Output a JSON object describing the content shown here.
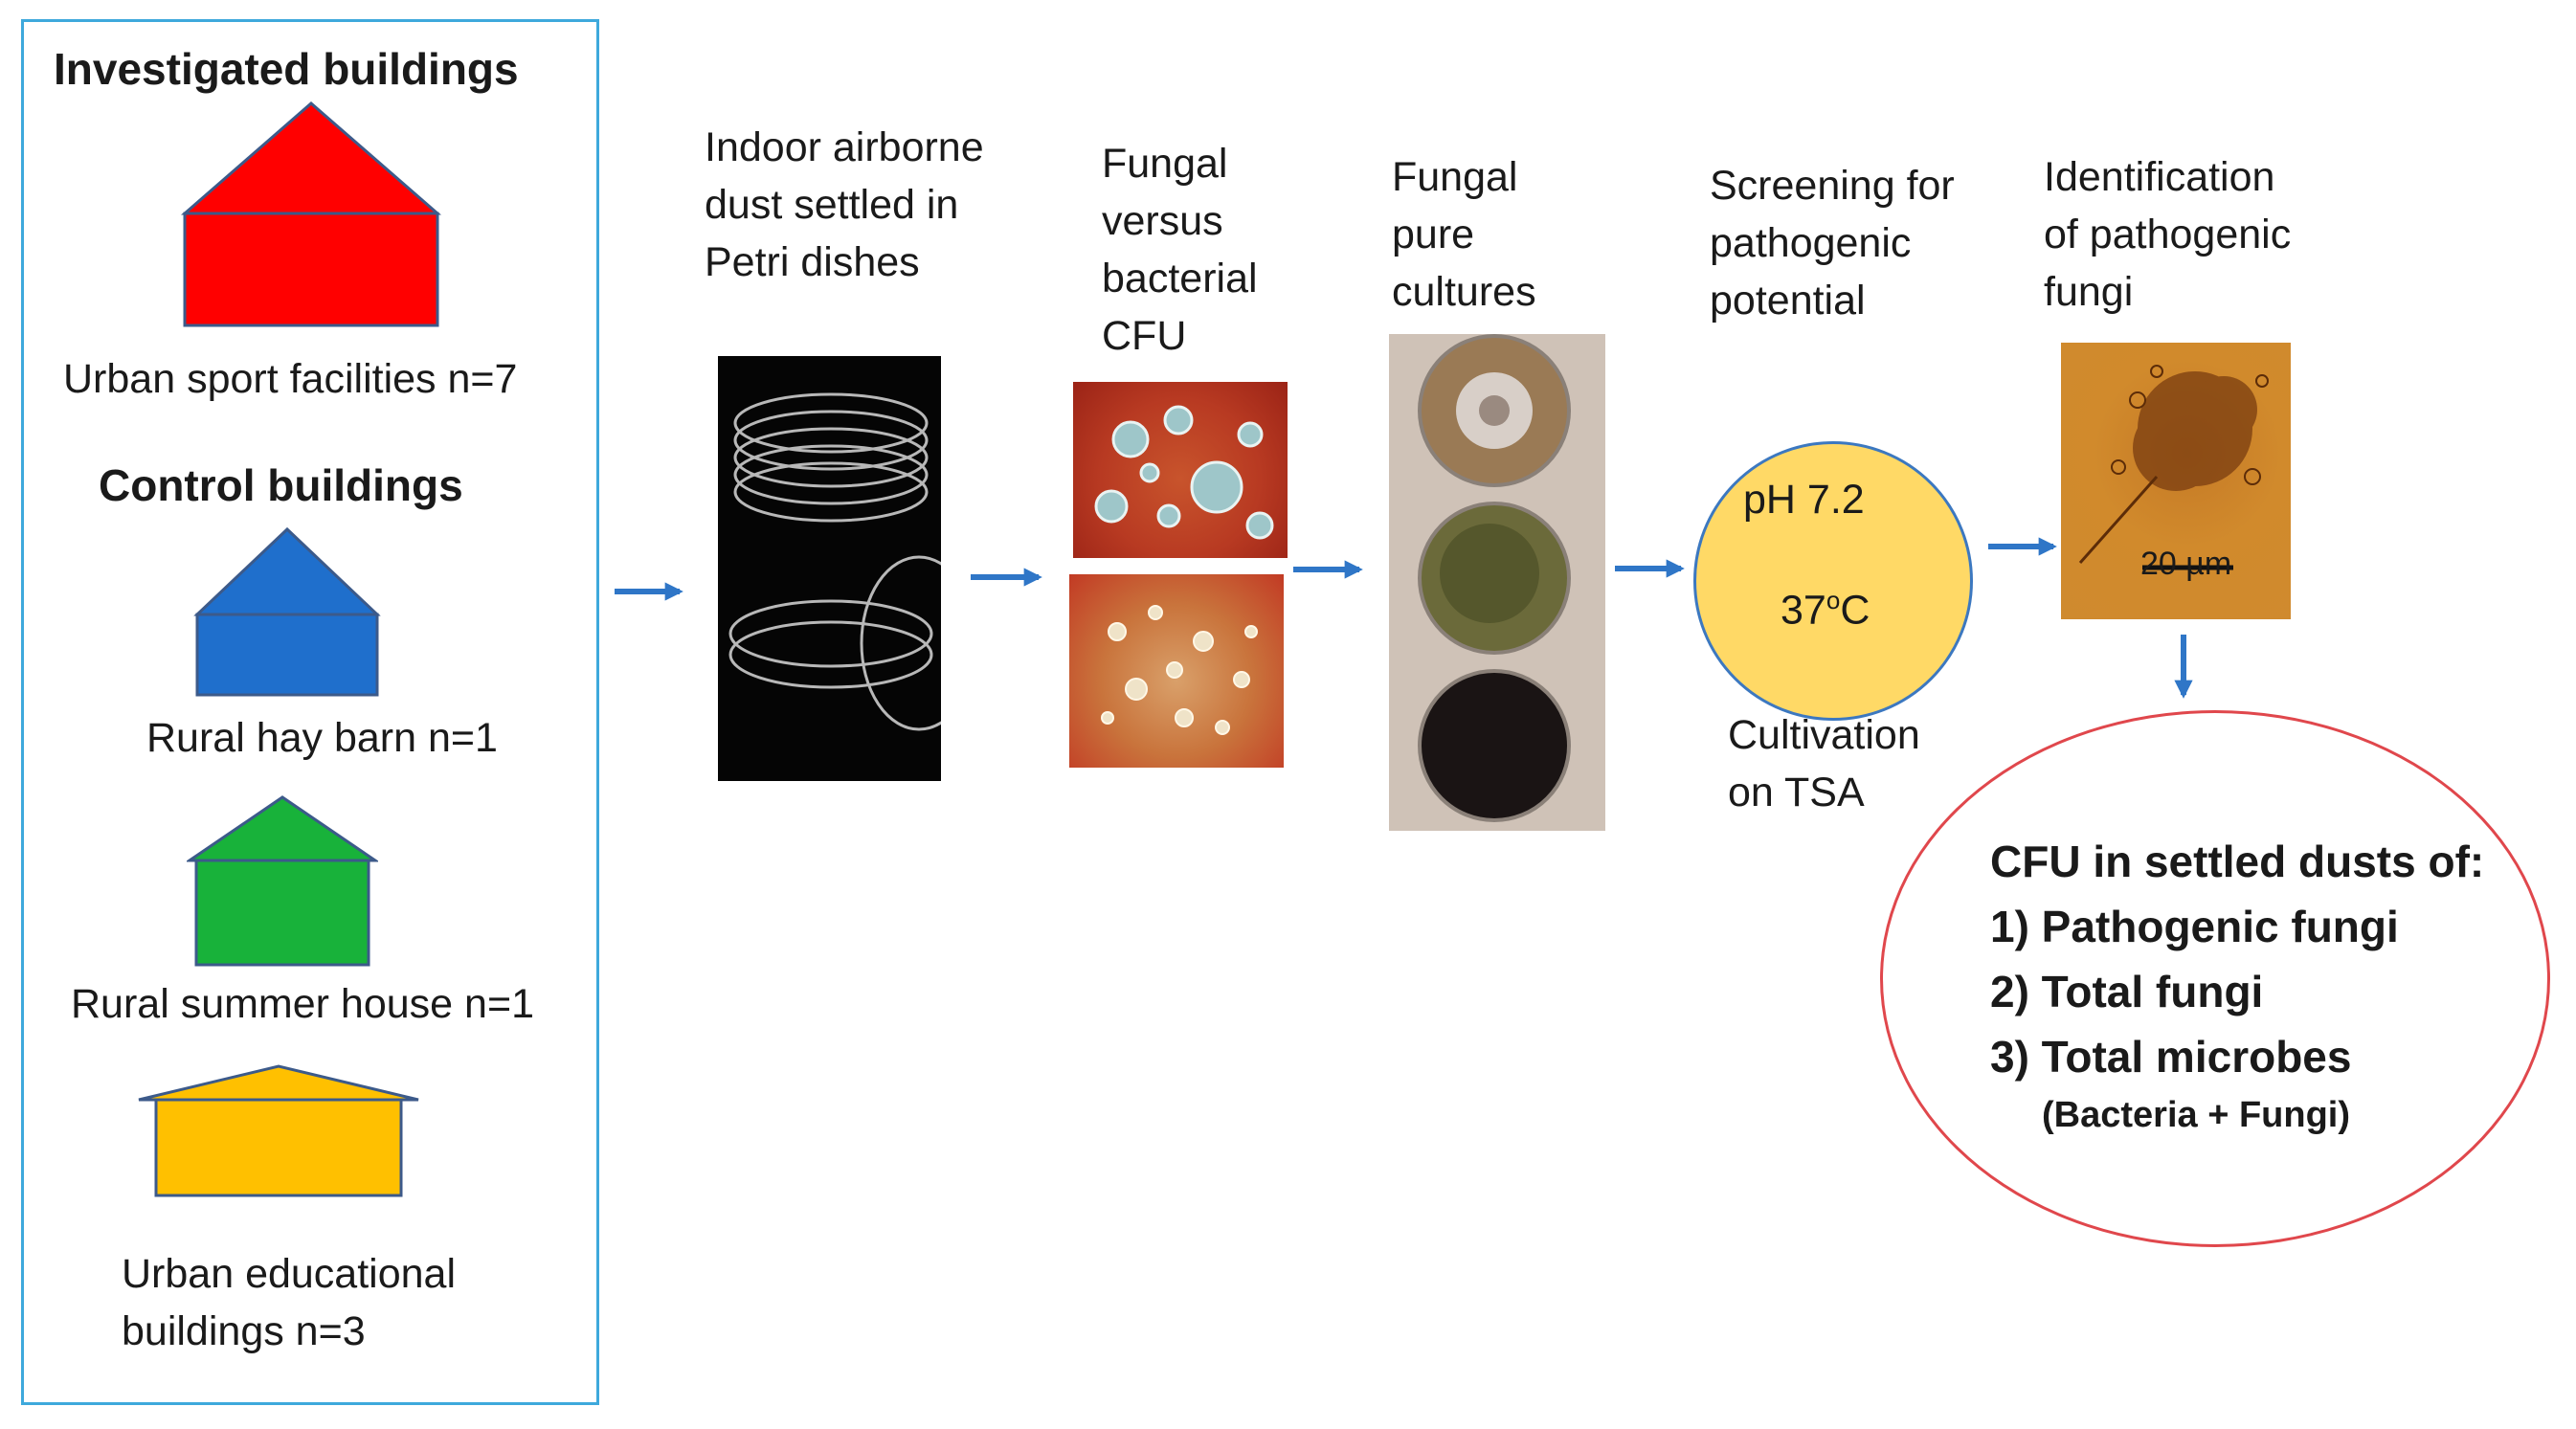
{
  "left_panel": {
    "investigated_title": "Investigated buildings",
    "control_title": "Control buildings",
    "buildings": [
      {
        "label": "Urban sport facilities n=7",
        "color": "#ff0000"
      },
      {
        "label": "Rural hay barn n=1",
        "color": "#1f6fcc"
      },
      {
        "label": "Rural summer house n=1",
        "color": "#18b23a"
      },
      {
        "label_line1": "Urban educational",
        "label_line2": "buildings n=3",
        "color": "#ffc000"
      }
    ],
    "border_color": "#3ea9dc"
  },
  "steps": {
    "dust": [
      "Indoor airborne",
      "dust settled in",
      "Petri dishes"
    ],
    "fungal_vs_bacterial": [
      "Fungal",
      "versus",
      "bacterial",
      "CFU"
    ],
    "pure_cultures": [
      "Fungal",
      "pure",
      "cultures"
    ],
    "screening": [
      "Screening for",
      "pathogenic",
      "potential"
    ],
    "identification": [
      "Identification",
      "of pathogenic",
      "fungi"
    ]
  },
  "conditions": {
    "ph": "pH 7.2",
    "temp_value": "37",
    "temp_sup": "o",
    "temp_unit": "C",
    "cultivation": [
      "Cultivation",
      "on TSA"
    ],
    "fill_color": "#ffd966"
  },
  "scale_bar": "20 µm",
  "results": {
    "title": "CFU in settled dusts of:",
    "items": [
      "1) Pathogenic fungi",
      "2) Total fungi",
      "3) Total microbes"
    ],
    "note": "(Bacteria + Fungi)",
    "border_color": "#e0474c"
  },
  "arrow_color": "#2f76c7",
  "icons": [
    "house-icon",
    "petri-dish-stack-image",
    "agar-plate-image",
    "pure-culture-plates-image",
    "microscopy-image",
    "arrow-right-icon",
    "arrow-down-icon"
  ]
}
